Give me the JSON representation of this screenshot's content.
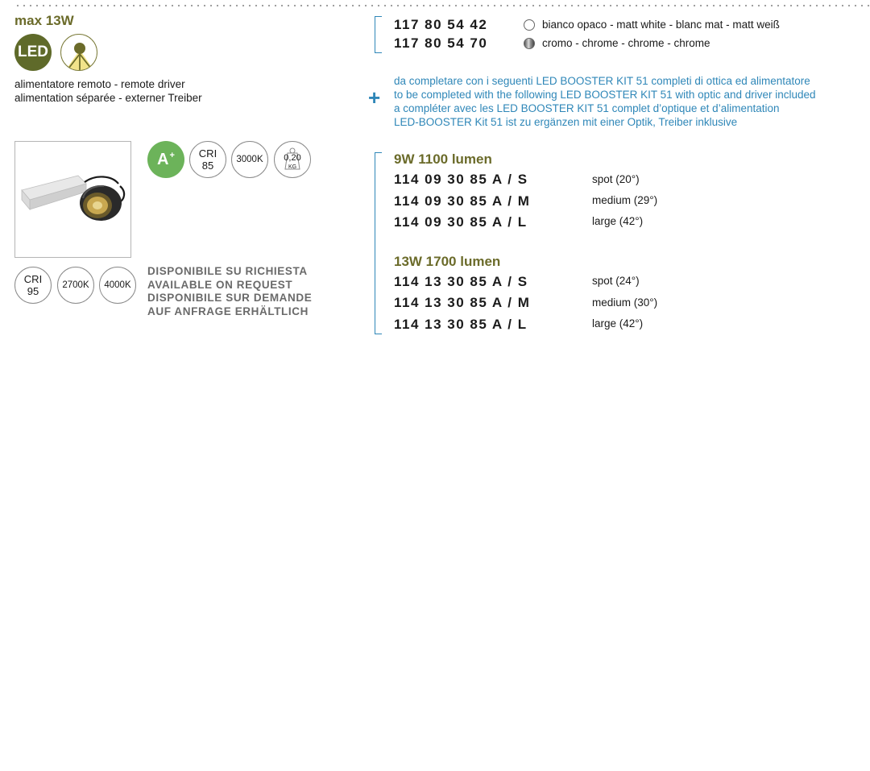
{
  "header": {
    "power": "max 13W"
  },
  "badges": {
    "led_label": "LED"
  },
  "driver_text": [
    "alimentatore remoto - remote driver",
    "alimentation séparée - externer Treiber"
  ],
  "specs": {
    "energy_class": "A",
    "energy_sup": "+",
    "cri_1": "CRI",
    "cri_1_value": "85",
    "temp_1": "3000K",
    "weight_value": "0,20",
    "weight_unit": "KG"
  },
  "options": {
    "cri_2": "CRI",
    "cri_2_value": "95",
    "temp_2a": "2700K",
    "temp_2b": "4000K",
    "availability": [
      "DISPONIBILE SU RICHIESTA",
      "AVAILABLE ON REQUEST",
      "DISPONIBILE SUR DEMANDE",
      "AUF ANFRAGE ERHÄLTLICH"
    ]
  },
  "finishes": [
    {
      "code": "117 80 54 42",
      "label": "bianco opaco - matt white - blanc mat - matt weiß",
      "swatch": "#ffffff"
    },
    {
      "code": "117 80 54 70",
      "label": "cromo - chrome - chrome - chrome",
      "swatch": "#a0a0a0"
    }
  ],
  "complete_note": [
    "da completare con i seguenti LED BOOSTER KIT 51 completi di ottica ed alimentatore",
    "to be completed with the following LED BOOSTER KIT 51 with optic and driver included",
    "a compléter avec les LED BOOSTER KIT 51 complet d’optique et d’alimentation",
    "LED-BOOSTER Kit 51 ist zu ergänzen mit einer Optik, Treiber inklusive"
  ],
  "kits": [
    {
      "title": "9W  1100 lumen",
      "items": [
        {
          "code": "114 09 30 85 A / S",
          "beam": "spot  (20°)"
        },
        {
          "code": "114 09 30 85 A / M",
          "beam": "medium  (29°)"
        },
        {
          "code": "114 09 30 85 A / L",
          "beam": "large  (42°)"
        }
      ]
    },
    {
      "title": "13W  1700 lumen",
      "items": [
        {
          "code": "114 13 30 85 A / S",
          "beam": "spot  (24°)"
        },
        {
          "code": "114 13 30 85 A / M",
          "beam": "medium  (30°)"
        },
        {
          "code": "114 13 30 85 A / L",
          "beam": "large  (42°)"
        }
      ]
    }
  ],
  "colors": {
    "olive": "#6b6b2a",
    "blue": "#2f87b8",
    "green": "#6cb35a"
  }
}
